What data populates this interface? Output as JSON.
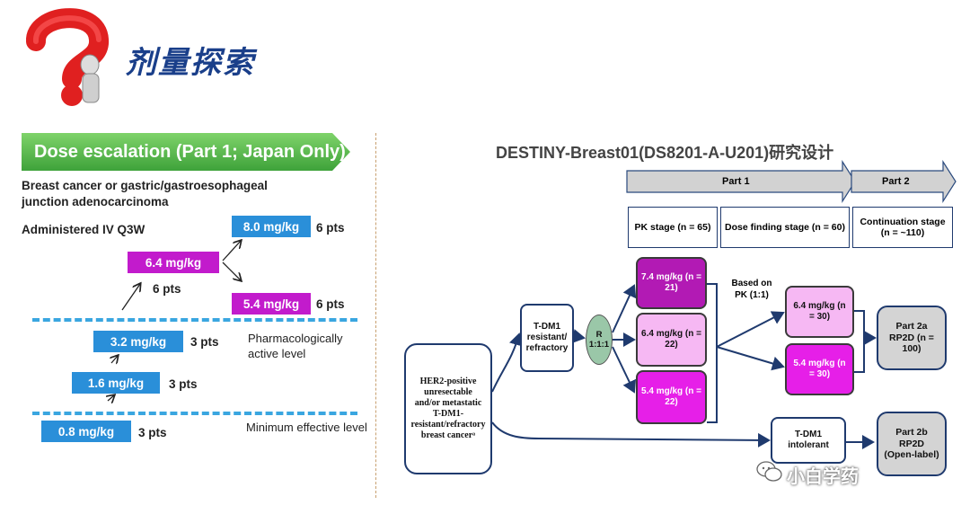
{
  "header": {
    "title": "剂量探索"
  },
  "left": {
    "banner": "Dose escalation (Part 1; Japan Only)",
    "indication": "Breast cancer or gastric/gastroesophageal junction adenocarcinoma",
    "administration": "Administered IV Q3W",
    "doses": [
      {
        "label": "8.0 mg/kg",
        "pts": "6 pts"
      },
      {
        "label": "6.4 mg/kg",
        "pts": "6 pts"
      },
      {
        "label": "5.4 mg/kg",
        "pts": "6 pts"
      },
      {
        "label": "3.2 mg/kg",
        "pts": "3 pts"
      },
      {
        "label": "1.6 mg/kg",
        "pts": "3 pts"
      },
      {
        "label": "0.8 mg/kg",
        "pts": "3 pts"
      }
    ],
    "pharm_level": "Pharmacologically active level",
    "min_level": "Minimum  effective level"
  },
  "right": {
    "title": "DESTINY-Breast01(DS8201-A-U201)研究设计",
    "part1": "Part 1",
    "part2": "Part 2",
    "stages": [
      "PK stage (n = 65)",
      "Dose finding stage (n = 60)",
      "Continuation stage\n(n = ~110)"
    ],
    "patients": "HER2-positive unresectable and/or metastatic T-DM1-resistant/refractory breast cancerᵃ",
    "tdm1_resistant": "T-DM1 resistant/ refractory",
    "randomize": "R 1:1:1",
    "arm_74": "7.4 mg/kg (n = 21)",
    "arm_64": "6.4 mg/kg (n = 22)",
    "arm_54": "5.4 mg/kg (n = 22)",
    "based_pk": "Based on PK (1:1)",
    "df_64": "6.4 mg/kg (n = 30)",
    "df_54": "5.4 mg/kg (n = 30)",
    "part2a": "Part 2a RP2D (n = 100)",
    "tdm1_intolerant": "T-DM1 intolerant",
    "part2b": "Part 2b RP2D (Open-label)",
    "watermark": "小白学药"
  },
  "colors": {
    "green": "#5cc24a",
    "blue": "#2a8fd9",
    "magenta": "#c21bcc",
    "lightpink": "#f6b8f3",
    "navy": "#1f3a6e"
  }
}
